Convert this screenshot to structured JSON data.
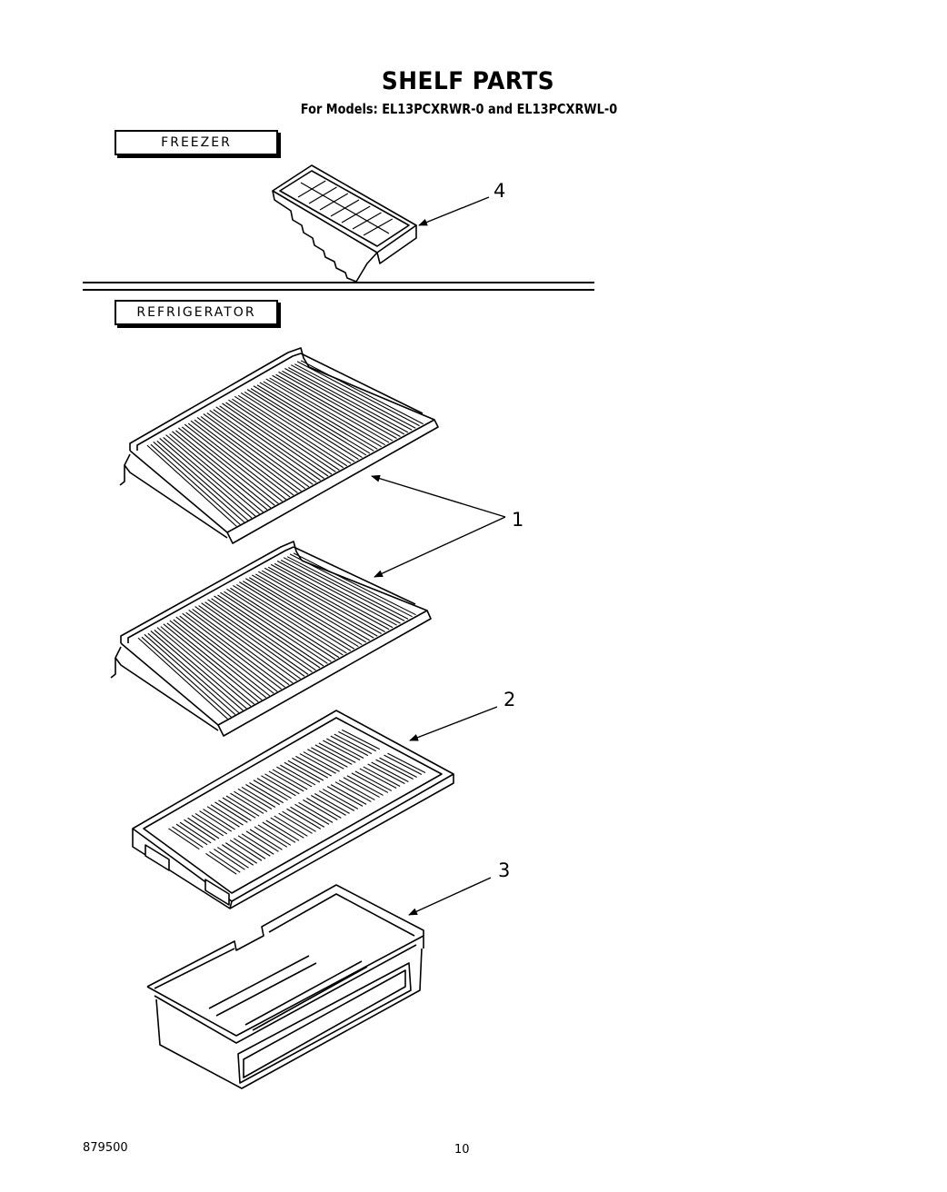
{
  "header": {
    "title": "SHELF PARTS",
    "subtitle": "For Models: EL13PCXRWR-0  and EL13PCXRWL-0"
  },
  "sections": {
    "freezer": "FREEZER",
    "refrigerator": "REFRIGERATOR"
  },
  "callouts": {
    "shelf": "1",
    "crisper_cover": "2",
    "crisper_pan": "3",
    "ice_tray": "4"
  },
  "footer": {
    "doc_number": "879500",
    "page_number": "10"
  }
}
